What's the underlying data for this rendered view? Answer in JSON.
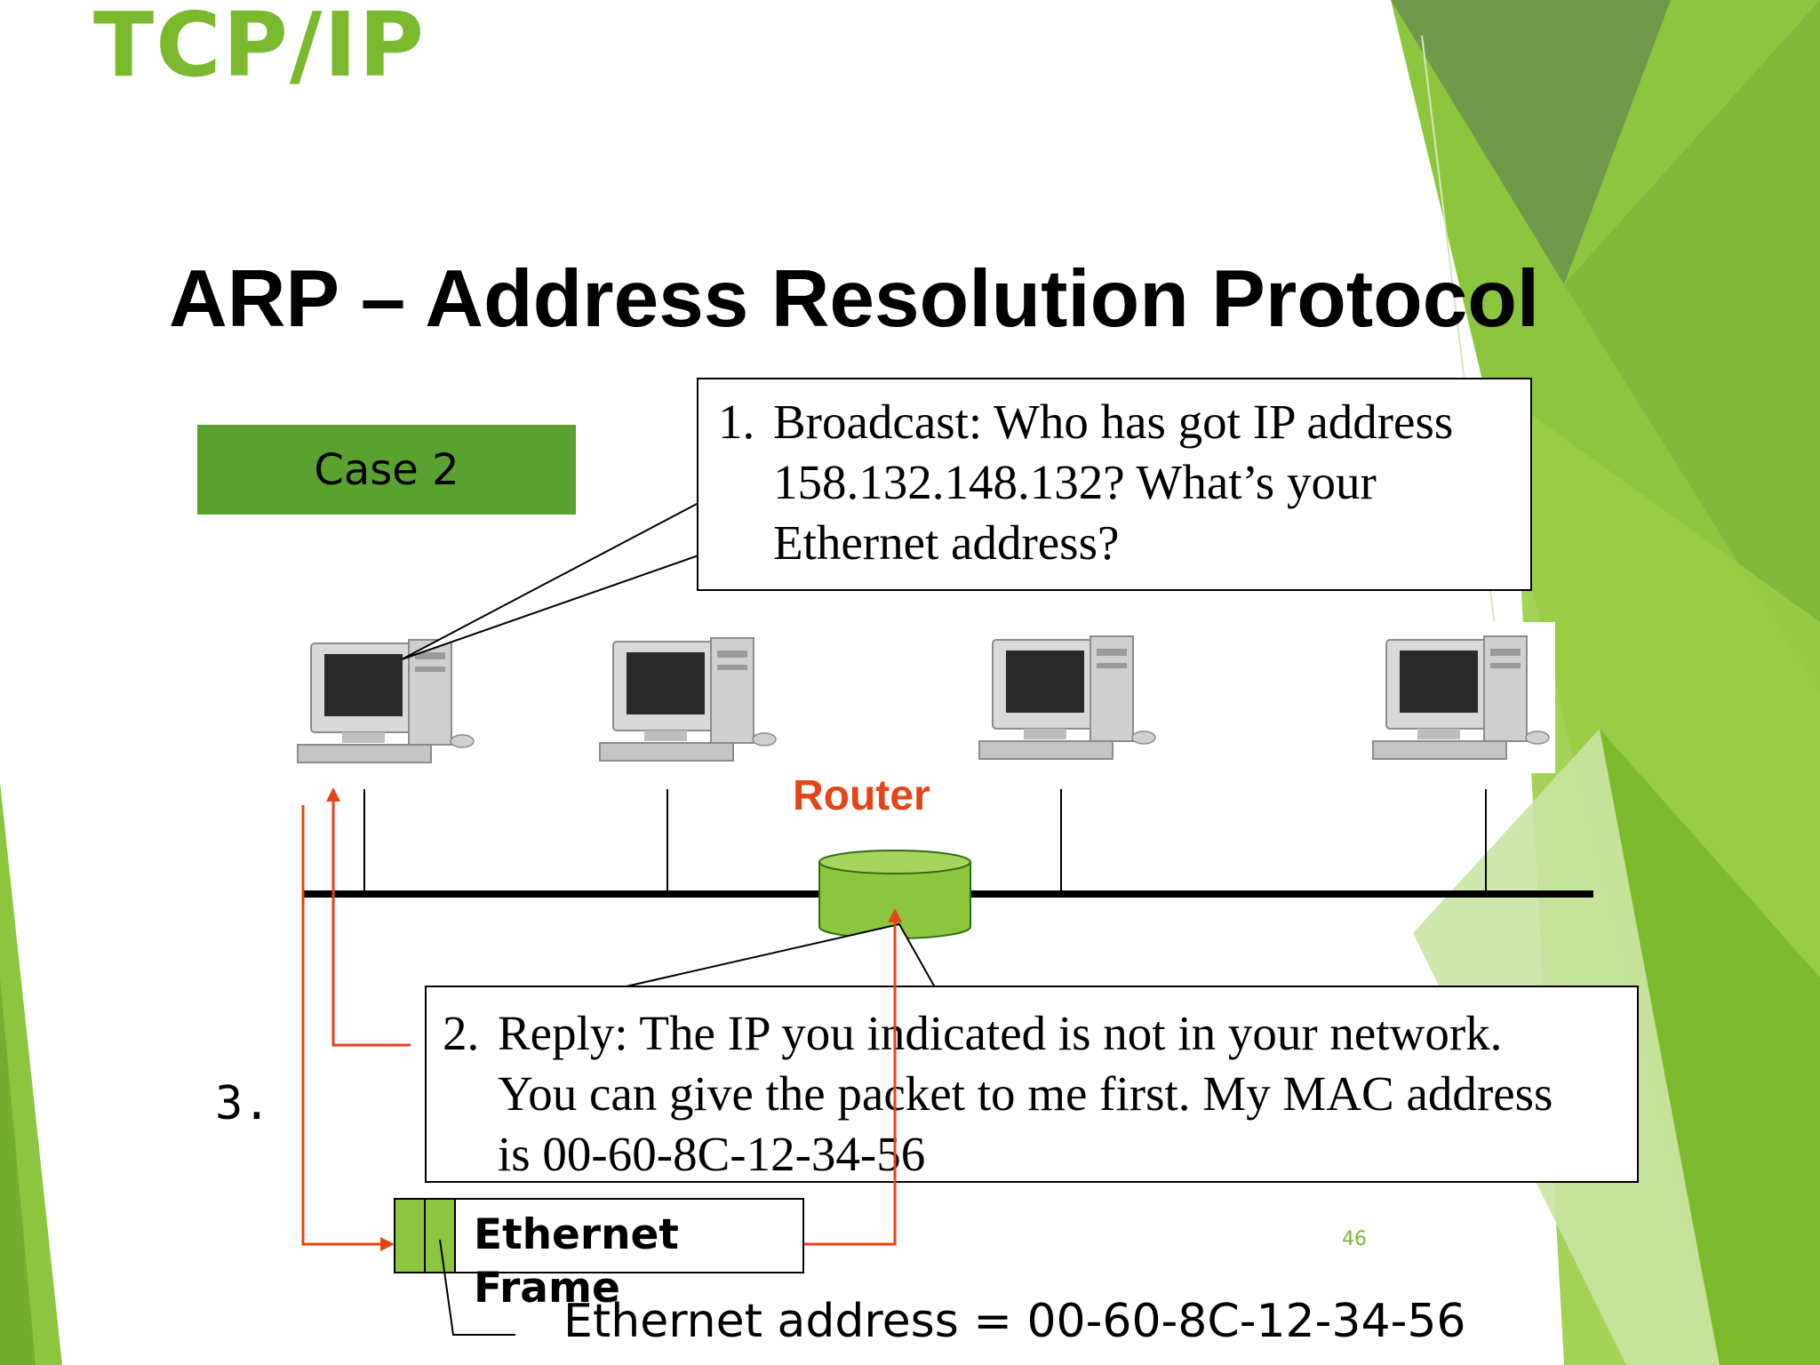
{
  "header": {
    "title": "TCP/IP"
  },
  "slide": {
    "title": "ARP – Address Resolution Protocol",
    "page_number": "46"
  },
  "case_box": {
    "label": "Case 2"
  },
  "callout_broadcast": {
    "number": "1.",
    "lines": [
      "Broadcast: Who has got IP address",
      "158.132.148.132? What’s your",
      "Ethernet address?"
    ]
  },
  "router": {
    "label": "Router"
  },
  "callout_reply": {
    "number": "2.",
    "lines": [
      "Reply: The IP you indicated is not in your network.",
      "You can give the packet to me first. My MAC address",
      "is 00-60-8C-12-34-56"
    ]
  },
  "step3": {
    "label": "3."
  },
  "frame": {
    "label": "Ethernet Frame"
  },
  "ethernet_address": {
    "text": "Ethernet address = 00-60-8C-12-34-56"
  },
  "colors": {
    "accent_green": "#7ab92e",
    "dark_green": "#5aa22f",
    "router_green": "#8cc63f",
    "arrow_red": "#e64417"
  },
  "icons": {
    "computers": [
      "desktop-computer-icon",
      "desktop-computer-icon",
      "desktop-computer-icon",
      "desktop-computer-icon"
    ],
    "router": "router-cylinder-icon"
  }
}
